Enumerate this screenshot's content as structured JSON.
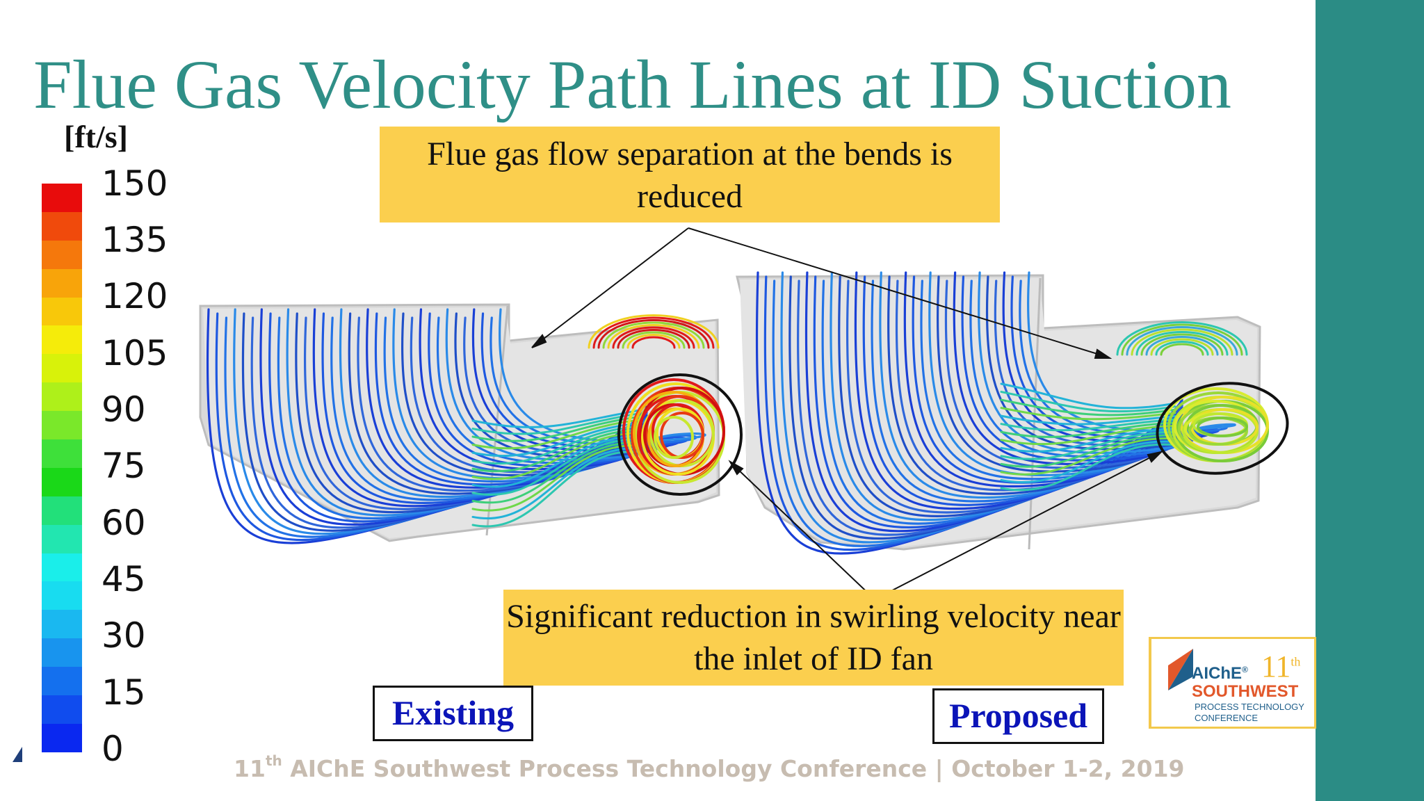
{
  "slide": {
    "title": "Flue Gas Velocity Path Lines at ID Suction",
    "title_color": "#2f8f87",
    "accent_teal": "#2b8c85",
    "callout_color": "#fbcf4e"
  },
  "legend": {
    "unit": "[ft/s]",
    "ticks": [
      "150",
      "135",
      "120",
      "105",
      "90",
      "75",
      "60",
      "45",
      "30",
      "15",
      "0"
    ],
    "colors": [
      "#e80c0c",
      "#f04a0c",
      "#f5780c",
      "#f8a40a",
      "#f8c80a",
      "#f5ec0a",
      "#d8f20a",
      "#aef01a",
      "#7ae82a",
      "#3ee03a",
      "#1ad818",
      "#22e07a",
      "#22e6b0",
      "#1aeeea",
      "#18dcf0",
      "#1ab8f0",
      "#1894ee",
      "#1470ee",
      "#104cee",
      "#0a28f0"
    ]
  },
  "callouts": {
    "top": "Flue gas flow separation at the bends is reduced",
    "bottom": "Significant reduction in swirling velocity near the inlet of ID fan"
  },
  "cases": {
    "existing": "Existing",
    "proposed": "Proposed"
  },
  "footer": {
    "ordinal_number": "11",
    "ordinal_suffix": "th",
    "text": " AIChE Southwest Process Technology Conference | October 1-2, 2019"
  },
  "logo": {
    "aiche": "AIChE",
    "registered": "®",
    "edition_number": "11",
    "edition_suffix": "th",
    "region": "SOUTHWEST",
    "line1": "PROCESS TECHNOLOGY",
    "line2": "CONFERENCE"
  }
}
